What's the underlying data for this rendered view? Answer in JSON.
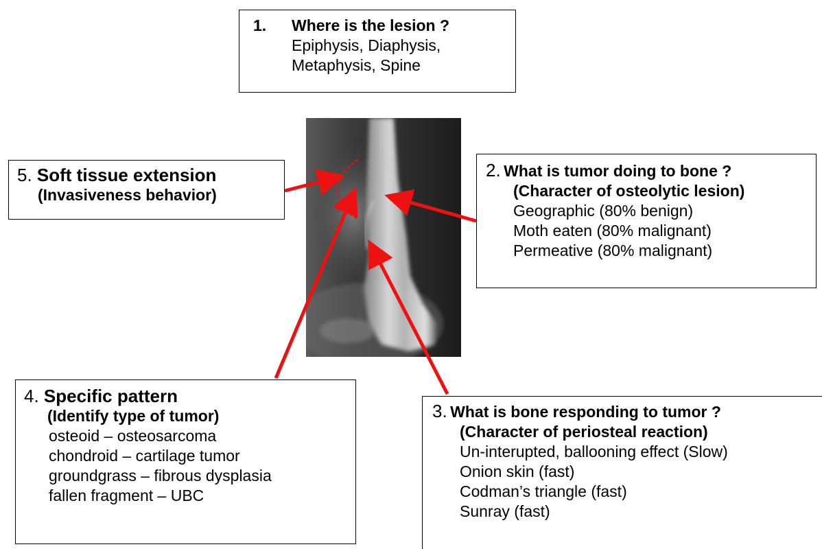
{
  "box1": {
    "number": "1.",
    "title": "Where is the lesion ?",
    "lines": [
      "Epiphysis, Diaphysis,",
      "Metaphysis, Spine"
    ]
  },
  "box5": {
    "number": "5.",
    "title": "Soft tissue extension",
    "subtitle": "(Invasiveness behavior)"
  },
  "box2": {
    "number": "2.",
    "title": "What is tumor doing to bone ?",
    "subtitle": "(Character of osteolytic lesion)",
    "lines": [
      "Geographic (80% benign)",
      "Moth eaten (80% malignant)",
      "Permeative (80% malignant)"
    ]
  },
  "box4": {
    "number": "4.",
    "title": "Specific pattern",
    "subtitle": "(Identify type of tumor)",
    "lines": [
      "osteoid – osteosarcoma",
      "chondroid – cartilage tumor",
      "groundgrass – fibrous dysplasia",
      "fallen fragment – UBC"
    ]
  },
  "box3": {
    "number": "3.",
    "title": "What is bone responding to tumor ?",
    "subtitle": "(Character of periosteal reaction)",
    "lines": [
      "Un-interupted, ballooning effect (Slow)",
      "Onion skin (fast)",
      "Codman’s triangle (fast)",
      "Sunray (fast)"
    ]
  },
  "colors": {
    "arrow": "#ee1111",
    "border": "#000000"
  }
}
